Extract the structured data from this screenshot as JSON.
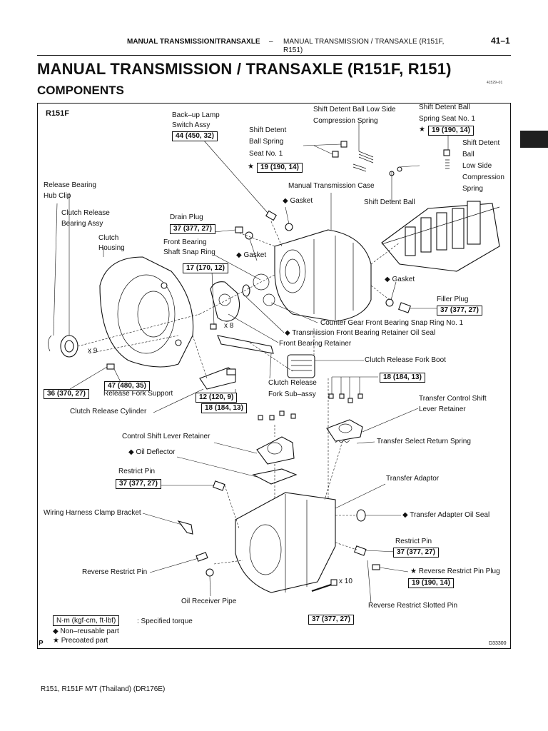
{
  "header": {
    "section": "MANUAL TRANSMISSION/TRANSAXLE",
    "dash": "–",
    "subsection": "MANUAL TRANSMISSION / TRANSAXLE (R151F, R151)",
    "page_number": "41–1"
  },
  "title": "MANUAL TRANSMISSION / TRANSAXLE (R151F, R151)",
  "subtitle": "COMPONENTS",
  "figure_code_top": "41529–01",
  "figure_code_bottom": "D33300",
  "model_label": "R151F",
  "corner_mark": "P",
  "labels": {
    "backup_lamp_1": "Back–up Lamp",
    "backup_lamp_2": "Switch Assy",
    "shift_detent_spring_1": "Shift Detent",
    "shift_detent_spring_2": "Ball Spring",
    "shift_detent_spring_3": "Seat No. 1",
    "low_side_spring_top_1": "Shift Detent Ball Low Side",
    "low_side_spring_top_2": "Compression Spring",
    "spring_seat_1": "Shift Detent Ball",
    "spring_seat_2": "Spring Seat No. 1",
    "right_low_1": "Shift Detent",
    "right_low_2": "Ball",
    "right_low_3": "Low Side",
    "right_low_4": "Compression",
    "right_low_5": "Spring",
    "manual_case": "Manual Transmission Case",
    "shift_detent_ball": "Shift Detent Ball",
    "release_hub_1": "Release Bearing",
    "release_hub_2": "Hub Clip",
    "clutch_bearing_1": "Clutch Release",
    "clutch_bearing_2": "Bearing Assy",
    "clutch_housing_1": "Clutch",
    "clutch_housing_2": "Housing",
    "drain_plug": "Drain Plug",
    "front_snap_1": "Front Bearing",
    "front_snap_2": "Shaft Snap Ring",
    "gasket_1": "◆ Gasket",
    "gasket_2": "◆ Gasket",
    "gasket_3": "◆ Gasket",
    "filler_plug": "Filler Plug",
    "counter_snap": "Counter Gear Front Bearing Snap Ring No. 1",
    "retainer_seal": "◆ Transmission Front Bearing Retainer Oil Seal",
    "front_retainer": "Front Bearing Retainer",
    "x8": "x 8",
    "x9": "x 9",
    "x10": "x 10",
    "fork_boot": "Clutch Release Fork Boot",
    "release_fork_support": "Release Fork Support",
    "clutch_fork_1": "Clutch Release",
    "clutch_fork_2": "Fork Sub–assy",
    "transfer_shift_1": "Transfer Control Shift",
    "transfer_shift_2": "Lever Retainer",
    "clutch_cylinder": "Clutch Release Cylinder",
    "control_lever_retainer": "Control Shift Lever Retainer",
    "oil_deflector": "◆ Oil Deflector",
    "transfer_return_spring": "Transfer Select Return Spring",
    "restrict_pin_left": "Restrict Pin",
    "transfer_adaptor": "Transfer Adaptor",
    "wiring_bracket": "Wiring Harness Clamp Bracket",
    "adapter_oil_seal": "◆ Transfer Adapter Oil Seal",
    "restrict_pin_right": "Restrict Pin",
    "reverse_restrict_pin": "Reverse Restrict Pin",
    "reverse_pin_plug": "★ Reverse Restrict Pin Plug",
    "oil_receiver": "Oil Receiver Pipe",
    "reverse_slotted": "Reverse Restrict Slotted Pin"
  },
  "torques": {
    "backup_lamp": "44 (450, 32)",
    "detent_seat": "19 (190, 14)",
    "spring_seat": "19 (190, 14)",
    "drain_plug": "37 (377, 27)",
    "retainer_bolt": "17 (170, 12)",
    "filler_plug": "37 (377, 27)",
    "housing_bolt": "36 (370, 27)",
    "fork_support": "47 (480, 35)",
    "boot_bolt": "18 (184, 13)",
    "cylinder_1": "12 (120, 9)",
    "cylinder_2": "18 (184, 13)",
    "restrict_left": "37 (377, 27)",
    "restrict_right": "37 (377, 27)",
    "reverse_plug": "19 (190, 14)",
    "adaptor_bolt": "37 (377, 27)"
  },
  "legend": {
    "unit": "N·m (kgf·cm, ft·lbf)",
    "unit_desc": ": Specified torque",
    "non_reusable": "◆ Non–reusable part",
    "precoated": "★ Precoated part",
    "star": "★"
  },
  "footer": "R151, R151F M/T (Thailand)   (DR176E)"
}
